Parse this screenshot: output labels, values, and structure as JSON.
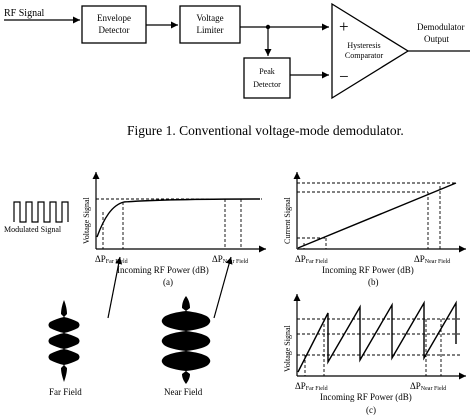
{
  "block_diagram": {
    "rf_signal": "RF Signal",
    "envelope_detector": [
      "Envelope",
      "Detector"
    ],
    "voltage_limiter": [
      "Voltage",
      "Limiter"
    ],
    "peak_detector": [
      "Peak",
      "Detector"
    ],
    "comparator": [
      "Hysteresis",
      "Comparator"
    ],
    "plus": "+",
    "minus": "−",
    "output": [
      "Demodulator",
      "Output"
    ]
  },
  "figure1_caption": "Figure 1.    Conventional voltage-mode demodulator.",
  "modulated_signal_label": "Modulated Signal",
  "panel_a": {
    "ylabel": "Voltage Signal",
    "xlabel": "Incoming RF Power (dB)",
    "tick_far": "ΔP",
    "tick_far_sub": "Far Field",
    "tick_near": "ΔP",
    "tick_near_sub": "Near Field",
    "caption": "(a)"
  },
  "panel_b": {
    "ylabel": "Current Signal",
    "xlabel": "Incoming RF Power (dB)",
    "tick_far": "ΔP",
    "tick_far_sub": "Far Field",
    "tick_near": "ΔP",
    "tick_near_sub": "Near Field",
    "caption": "(b)"
  },
  "panel_c": {
    "ylabel": "Voltage Signal",
    "xlabel": "Incoming RF Power (dB)",
    "tick_far": "ΔP",
    "tick_far_sub": "Far Field",
    "tick_near": "ΔP",
    "tick_near_sub": "Near Field",
    "caption": "(c)"
  },
  "far_field_label": "Far Field",
  "near_field_label": "Near Field"
}
